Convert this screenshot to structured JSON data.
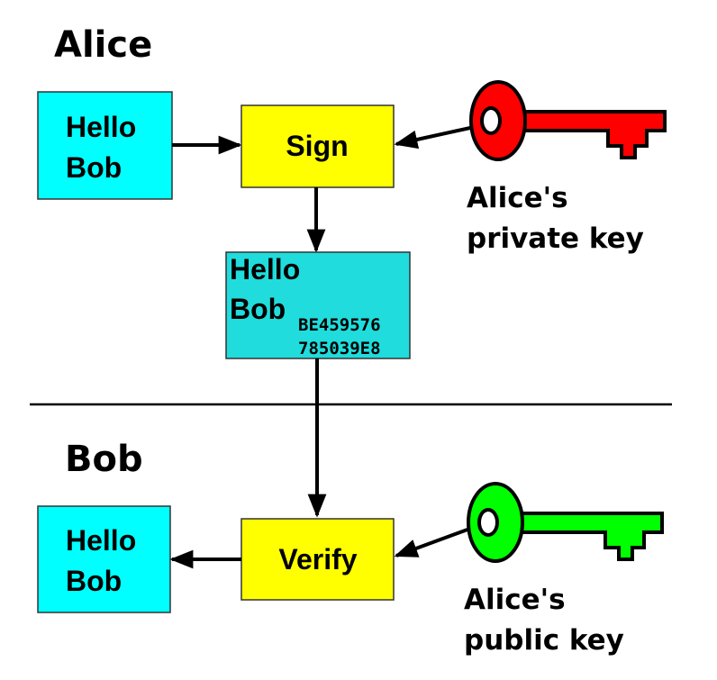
{
  "alice": {
    "title": "Alice",
    "message_lines": [
      "Hello",
      "Bob"
    ],
    "sign_label": "Sign",
    "key_label_lines": [
      "Alice's",
      "private key"
    ],
    "key_color": "#ff0000"
  },
  "signed": {
    "message_lines": [
      "Hello",
      "Bob"
    ],
    "signature_lines": [
      "BE459576",
      "785039E8"
    ],
    "color": "#20dcdc"
  },
  "bob": {
    "title": "Bob",
    "message_lines": [
      "Hello",
      "Bob"
    ],
    "verify_label": "Verify",
    "key_label_lines": [
      "Alice's",
      "public key"
    ],
    "key_color": "#00ff00"
  },
  "colors": {
    "message": "#00ffff",
    "process": "#ffff00"
  }
}
